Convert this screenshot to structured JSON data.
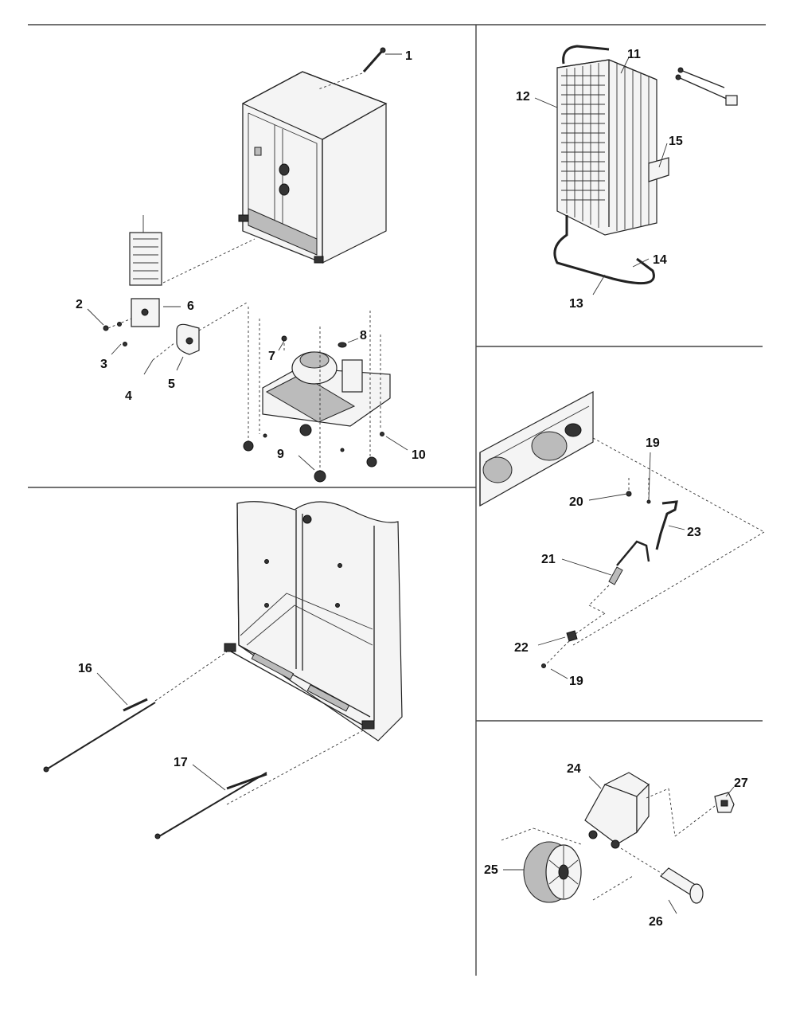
{
  "callouts": [
    {
      "id": "c1",
      "text": "1"
    },
    {
      "id": "c2",
      "text": "2"
    },
    {
      "id": "c3",
      "text": "3"
    },
    {
      "id": "c4",
      "text": "4"
    },
    {
      "id": "c5",
      "text": "5"
    },
    {
      "id": "c6",
      "text": "6"
    },
    {
      "id": "c7",
      "text": "7"
    },
    {
      "id": "c8",
      "text": "8"
    },
    {
      "id": "c9",
      "text": "9"
    },
    {
      "id": "c10",
      "text": "10"
    },
    {
      "id": "c11",
      "text": "11"
    },
    {
      "id": "c12",
      "text": "12"
    },
    {
      "id": "c13",
      "text": "13"
    },
    {
      "id": "c14",
      "text": "14"
    },
    {
      "id": "c15",
      "text": "15"
    },
    {
      "id": "c16",
      "text": "16"
    },
    {
      "id": "c17",
      "text": "17"
    },
    {
      "id": "c18",
      "text": "19"
    },
    {
      "id": "c19",
      "text": "20"
    },
    {
      "id": "c20",
      "text": "21"
    },
    {
      "id": "c21",
      "text": "22"
    },
    {
      "id": "c22",
      "text": "19"
    },
    {
      "id": "c23",
      "text": "23"
    },
    {
      "id": "c24",
      "text": "24"
    },
    {
      "id": "c25",
      "text": "25"
    },
    {
      "id": "c26",
      "text": "26"
    },
    {
      "id": "c27",
      "text": "27"
    }
  ],
  "panels": [
    "cabinet-and-compressor",
    "condenser",
    "cabinet-rods",
    "water-tubing",
    "roller-assembly"
  ],
  "colors": {
    "line": "#222222",
    "background": "#ffffff"
  }
}
